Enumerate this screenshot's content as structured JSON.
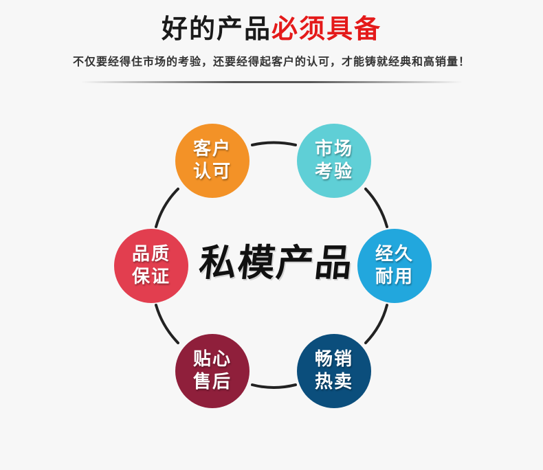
{
  "header": {
    "title_black": "好的产品",
    "title_red": "必须具备",
    "subtitle": "不仅要经得住市场的考验，还要经得起客户的认可，才能铸就经典和高销量！"
  },
  "center_label": "私模产品",
  "colors": {
    "title_black": "#1a1a1a",
    "title_red": "#e41a1a",
    "ring": "#222222",
    "customer": "#f39227",
    "market": "#5fcfd6",
    "durable": "#22a7dd",
    "bestseller": "#0b4e7c",
    "service": "#8f1f3b",
    "quality": "#e23e4f"
  },
  "nodes": [
    {
      "id": "customer",
      "line1": "客户",
      "line2": "认可",
      "color": "#f39227"
    },
    {
      "id": "market",
      "line1": "市场",
      "line2": "考验",
      "color": "#5fcfd6"
    },
    {
      "id": "durable",
      "line1": "经久",
      "line2": "耐用",
      "color": "#22a7dd"
    },
    {
      "id": "bestseller",
      "line1": "畅销",
      "line2": "热卖",
      "color": "#0b4e7c"
    },
    {
      "id": "service",
      "line1": "贴心",
      "line2": "售后",
      "color": "#8f1f3b"
    },
    {
      "id": "quality",
      "line1": "品质",
      "line2": "保证",
      "color": "#e23e4f"
    }
  ]
}
